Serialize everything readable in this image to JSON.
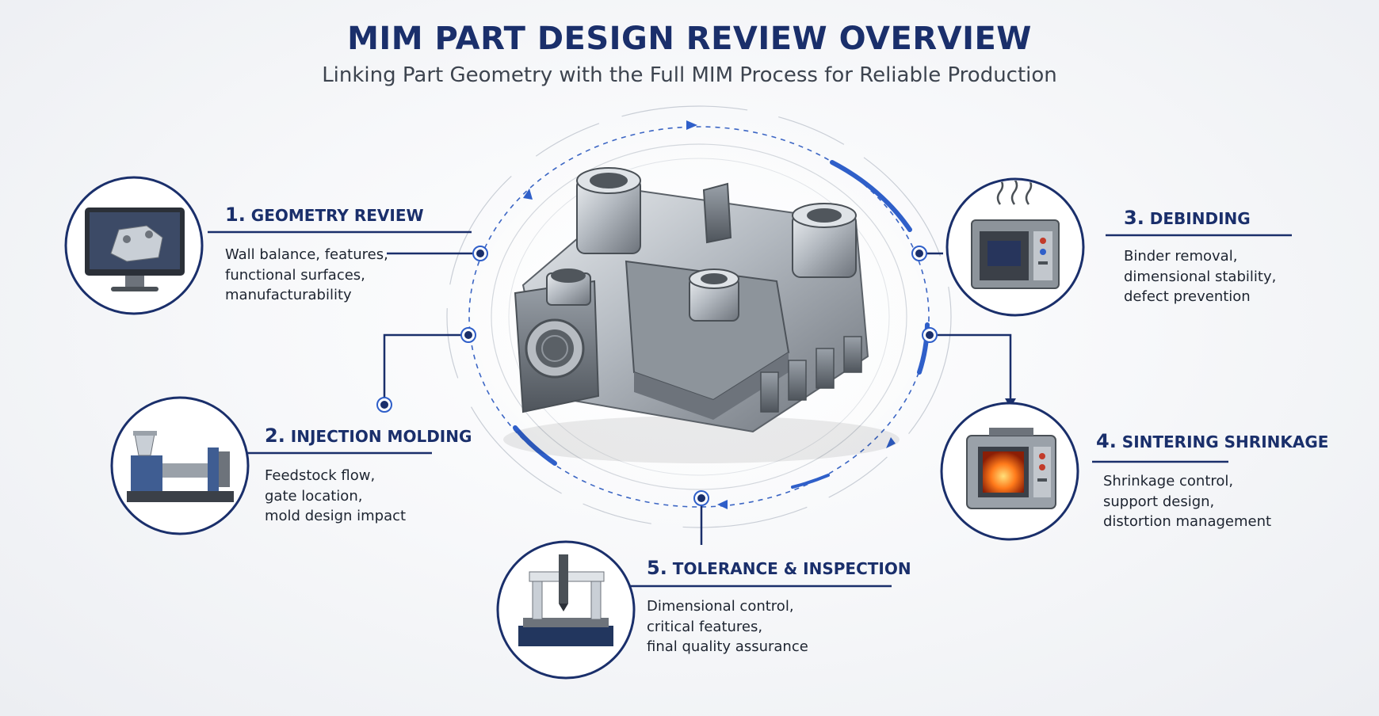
{
  "title": "MIM PART DESIGN REVIEW OVERVIEW",
  "subtitle": "Linking Part Geometry with the Full MIM Process for Reliable Production",
  "colors": {
    "navy": "#1a2f6b",
    "accent": "#2f5fc9",
    "steel": "#a9afb6"
  },
  "center": {
    "image": "metal-injection-molded-part"
  },
  "steps": [
    {
      "number": "1.",
      "title": "GEOMETRY REVIEW",
      "icon": "computer-monitor-cad-icon",
      "lines": [
        "Wall balance, features,",
        "functional surfaces,",
        "manufacturability"
      ]
    },
    {
      "number": "2.",
      "title": "INJECTION MOLDING",
      "icon": "injection-molding-machine-icon",
      "lines": [
        "Feedstock flow,",
        "gate location,",
        "mold design impact"
      ]
    },
    {
      "number": "3.",
      "title": "DEBINDING",
      "icon": "debinding-oven-icon",
      "lines": [
        "Binder removal,",
        "dimensional stability,",
        "defect prevention"
      ]
    },
    {
      "number": "4.",
      "title": "SINTERING SHRINKAGE",
      "icon": "sintering-furnace-icon",
      "lines": [
        "Shrinkage control,",
        "support design,",
        "distortion management"
      ]
    },
    {
      "number": "5.",
      "title": "TOLERANCE & INSPECTION",
      "icon": "cmm-inspection-machine-icon",
      "lines": [
        "Dimensional control,",
        "critical features,",
        "final quality assurance"
      ]
    }
  ]
}
